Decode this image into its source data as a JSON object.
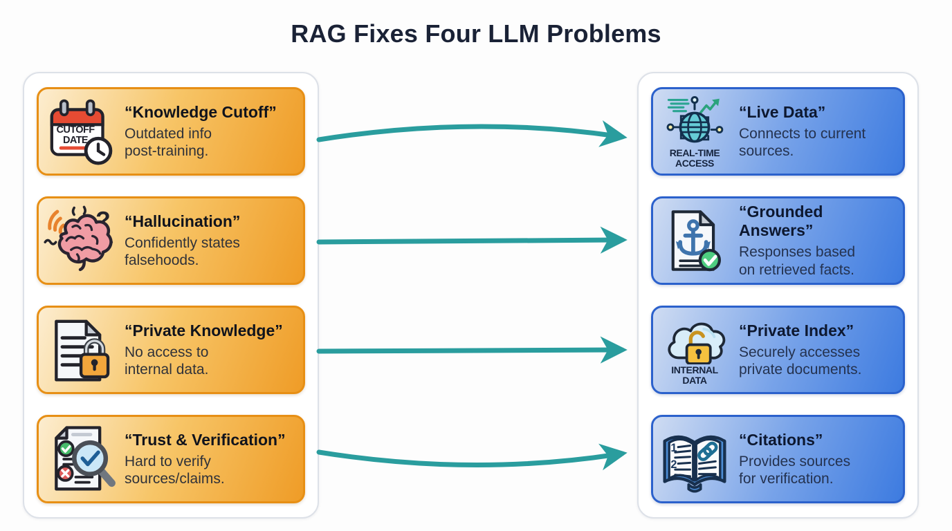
{
  "title": "RAG Fixes Four LLM Problems",
  "colors": {
    "title_navy": "#1a2236",
    "problem_card_orange": "#ef9c27",
    "problem_border": "#e78f15",
    "solution_card_blue": "#3d7be0",
    "solution_border": "#2b61cc",
    "arrow_teal": "#2a9d9e",
    "panel_border_gray": "#dde1e8"
  },
  "problems": {
    "items": [
      {
        "icon": "calendar-cutoff-icon",
        "icon_caption_line1": "CUTOFF",
        "icon_caption_line2": "DATE",
        "title": "“Knowledge Cutoff”",
        "body": "Outdated info post-training."
      },
      {
        "icon": "hallucination-brain-icon",
        "title": "“Hallucination”",
        "body": "Confidently states falsehoods."
      },
      {
        "icon": "locked-document-icon",
        "title": "“Private Knowledge”",
        "body": "No access to internal data."
      },
      {
        "icon": "verification-magnifier-icon",
        "title": "“Trust & Verification”",
        "body": "Hard to verify sources/claims."
      }
    ]
  },
  "solutions": {
    "items": [
      {
        "icon": "realtime-globe-icon",
        "icon_caption_line1": "REAL-TIME",
        "icon_caption_line2": "ACCESS",
        "title": "“Live Data”",
        "body": "Connects to current sources."
      },
      {
        "icon": "anchored-document-icon",
        "title": "“Grounded Answers”",
        "body": "Responses based on retrieved facts."
      },
      {
        "icon": "cloud-lock-icon",
        "icon_caption_line1": "INTERNAL",
        "icon_caption_line2": "DATA",
        "title": "“Private Index”",
        "body": "Securely accesses private documents."
      },
      {
        "icon": "citations-book-icon",
        "page_number_1": "1",
        "page_number_2": "2",
        "title": "“Citations”",
        "body": "Provides sources for verification."
      }
    ]
  }
}
